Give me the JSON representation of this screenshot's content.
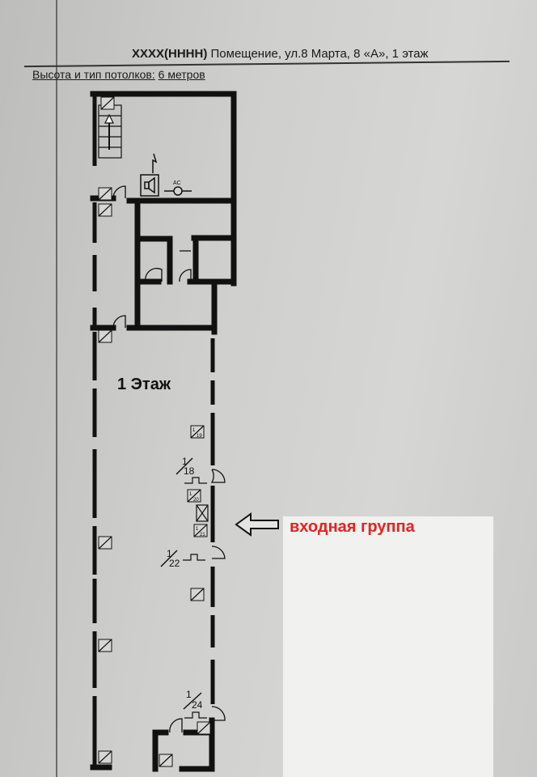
{
  "header": {
    "title_code": "XXXX(HHHH)",
    "title_rest": "Помещение, ул.8 Марта, 8 «А», 1 этаж",
    "ceiling_label": "Высота и тип потолков:",
    "ceiling_value": "6 метров"
  },
  "plan": {
    "floor_label": "1 Этаж",
    "ac_label": "AC",
    "doors": [
      {
        "num": "1",
        "den": "18"
      },
      {
        "num": "1",
        "den": "22"
      },
      {
        "num": "1",
        "den": "24"
      }
    ],
    "window_tags": [
      {
        "num": "1",
        "den": "19"
      },
      {
        "num": "1",
        "den": "20"
      },
      {
        "num": "1",
        "den": "21"
      }
    ]
  },
  "annotation": {
    "text": "входная группа",
    "color": "#e3241d"
  }
}
